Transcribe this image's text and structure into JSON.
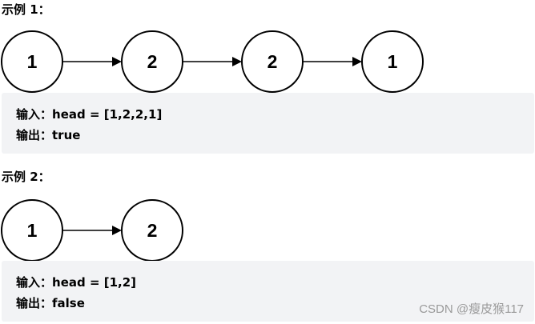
{
  "examples": [
    {
      "title": "示例 1：",
      "nodes": [
        "1",
        "2",
        "2",
        "1"
      ],
      "input_label": "输入：",
      "input_value": "head = [1,2,2,1]",
      "output_label": "输出：",
      "output_value": "true"
    },
    {
      "title": "示例 2：",
      "nodes": [
        "1",
        "2"
      ],
      "input_label": "输入：",
      "input_value": "head = [1,2]",
      "output_label": "输出：",
      "output_value": "false"
    }
  ],
  "watermark": "CSDN @瘦皮猴117",
  "colors": {
    "box_background": "#f2f3f5",
    "stroke": "#000000",
    "watermark": "#9a9a9a"
  }
}
